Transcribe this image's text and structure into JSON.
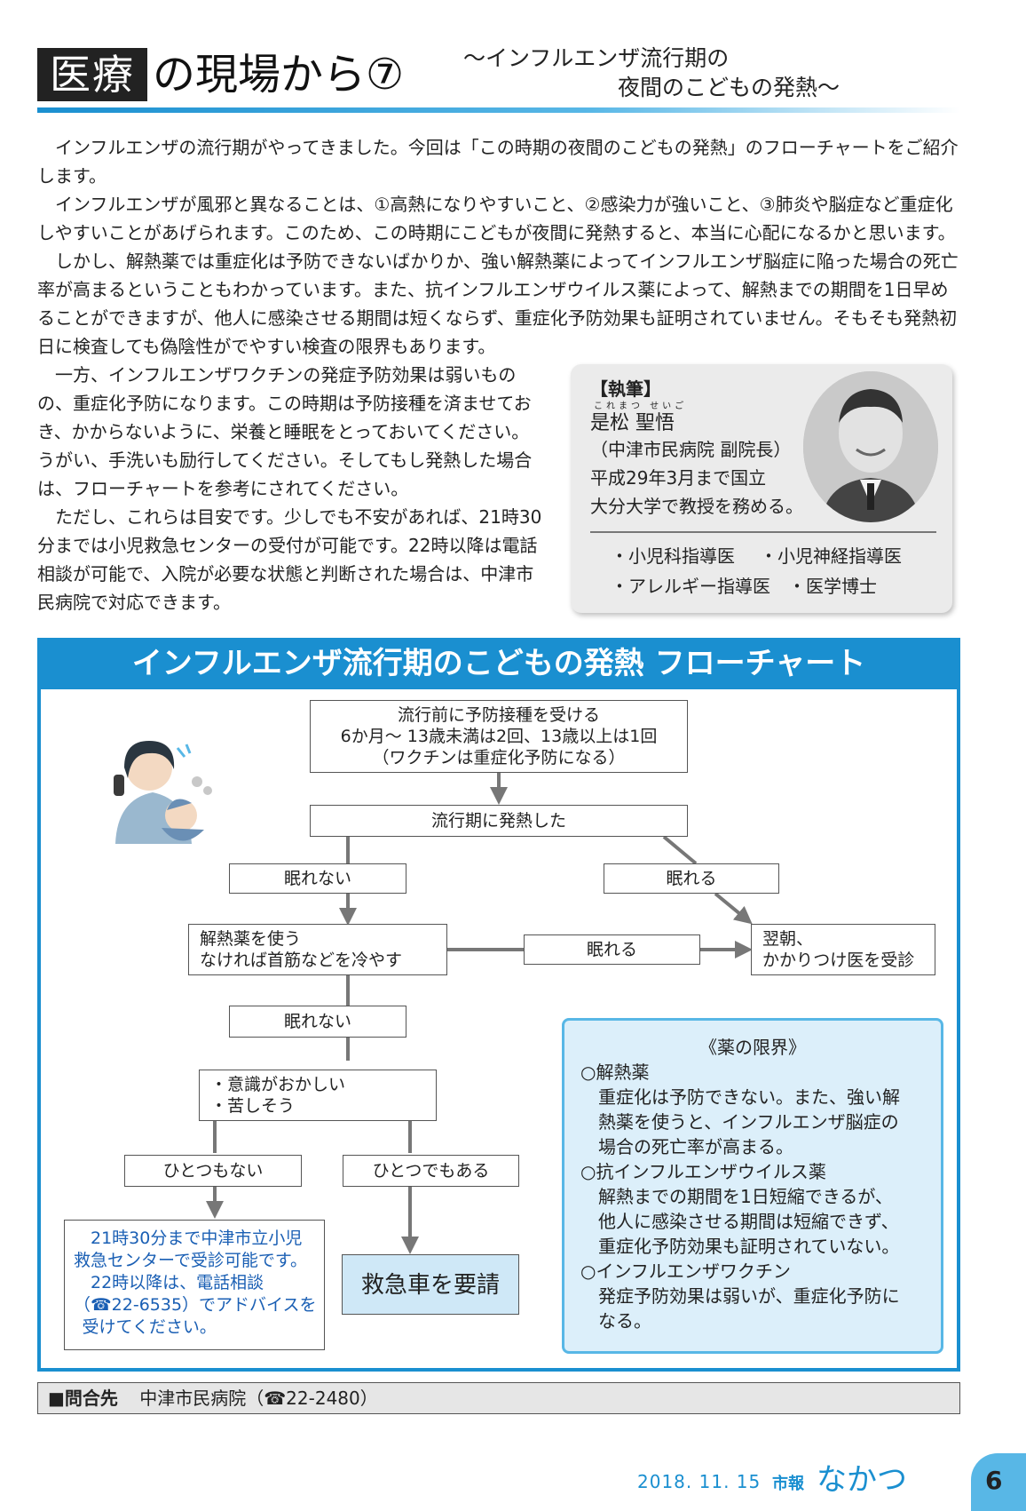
{
  "header": {
    "title_kanji": "医療",
    "title_rest": "の現場から⑦",
    "subtitle_line1": "～インフルエンザ流行期の",
    "subtitle_line2": "夜間のこどもの発熱～"
  },
  "intro": [
    "インフルエンザの流行期がやってきました。今回は「この時期の夜間のこどもの発熱」のフローチャートをご紹介します。",
    "インフルエンザが風邪と異なることは、①高熱になりやすいこと、②感染力が強いこと、③肺炎や脳症など重症化しやすいことがあげられます。このため、この時期にこどもが夜間に発熱すると、本当に心配になるかと思います。",
    "しかし、解熱薬では重症化は予防できないばかりか、強い解熱薬によってインフルエンザ脳症に陥った場合の死亡率が高まるということもわかっています。また、抗インフルエンザウイルス薬によって、解熱までの期間を1日早めることができますが、他人に感染させる期間は短くならず、重症化予防効果も証明されていません。そもそも発熱初日に検査しても偽陰性がでやすい検査の限界もあります。"
  ],
  "left_col": [
    "一方、インフルエンザワクチンの発症予防効果は弱いものの、重症化予防になります。この時期は予防接種を済ませておき、かからないように、栄養と睡眠をとっておいてください。うがい、手洗いも励行してください。そしてもし発熱した場合は、フローチャートを参考にされてください。",
    "ただし、これらは目安です。少しでも不安があれば、21時30分までは小児救急センターの受付が可能です。22時以降は電話相談が可能で、入院が必要な状態と判断された場合は、中津市民病院で対応できます。"
  ],
  "author": {
    "label": "【執筆】",
    "ruby": "これまつ せいご",
    "name": "是松 聖悟",
    "affiliation": "（中津市民病院 副院長）",
    "bio_line1": "平成29年3月まで国立",
    "bio_line2": "大分大学で教授を務める。",
    "specialties": [
      "・小児科指導医",
      "・小児神経指導医",
      "・アレルギー指導医",
      "・医学博士"
    ]
  },
  "flowchart": {
    "title": "インフルエンザ流行期のこどもの発熱 フローチャート",
    "vaccine_line1": "流行前に予防接種を受ける",
    "vaccine_line2": "6か月～ 13歳未満は2回、13歳以上は1回",
    "vaccine_line3": "（ワクチンは重症化予防になる）",
    "fever": "流行期に発熱した",
    "cant_sleep_1": "眠れない",
    "can_sleep_1": "眠れる",
    "antipyretic_line1": "解熱薬を使う",
    "antipyretic_line2": "なければ首筋などを冷やす",
    "can_sleep_2": "眠れる",
    "next_morning_line1": "翌朝、",
    "next_morning_line2": "かかりつけ医を受診",
    "cant_sleep_2": "眠れない",
    "symptom_line1": "・意識がおかしい",
    "symptom_line2": "・苦しそう",
    "none": "ひとつもない",
    "some": "ひとつでもある",
    "info_line1": "21時30分まで中津市立小児",
    "info_line2": "救急センターで受診可能です。",
    "info_line3": "22時以降は、電話相談",
    "info_line4": "（☎22-6535）でアドバイスを",
    "info_line5": "受けてください。",
    "ambulance": "救急車を要請",
    "limits": {
      "title": "《薬の限界》",
      "h1": "○解熱薬",
      "t1a": "重症化は予防できない。また、強い解",
      "t1b": "熱薬を使うと、インフルエンザ脳症の",
      "t1c": "場合の死亡率が高まる。",
      "h2": "○抗インフルエンザウイルス薬",
      "t2a": "解熱までの期間を1日短縮できるが、",
      "t2b": "他人に感染させる期間は短縮できず、",
      "t2c": "重症化予防効果も証明されていない。",
      "h3": "○インフルエンザワクチン",
      "t3a": "発症予防効果は弱いが、重症化予防に",
      "t3b": "なる。"
    }
  },
  "footer": {
    "contact_label": "■問合先",
    "contact_text": "中津市民病院（☎22-2480）",
    "date": "2018. 11. 15",
    "publication_label": "市報",
    "publication_name": "なかつ",
    "page_number": "6"
  },
  "colors": {
    "accent": "#1a8fd0",
    "light_accent": "#58b7e6",
    "pale_box": "#dceffa"
  }
}
